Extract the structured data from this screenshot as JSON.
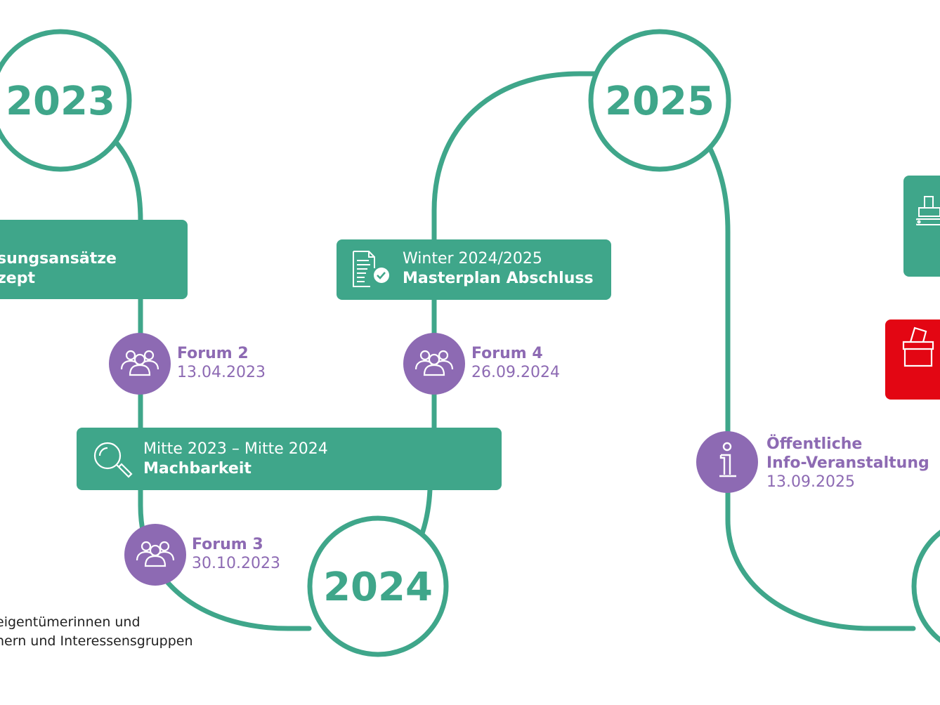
{
  "colors": {
    "green": "#3fa68a",
    "purple": "#8d6ab3",
    "red": "#e30613",
    "text": "#222222"
  },
  "years": {
    "y2023": "2023",
    "y2024": "2024",
    "y2025": "2025"
  },
  "boxes": {
    "loesung": {
      "line1": "sungsansätze",
      "line2": "zept"
    },
    "masterplan": {
      "line1": "Winter 2024/2025",
      "line2": "Masterplan Abschluss",
      "icon": "document-check-icon"
    },
    "machbarkeit": {
      "line1": "Mitte 2023 – Mitte 2024",
      "line2": "Machbarkeit",
      "icon": "magnifier-icon"
    }
  },
  "forums": {
    "forum2": {
      "title": "Forum 2",
      "date": "13.04.2023",
      "icon": "people-group-icon"
    },
    "forum3": {
      "title": "Forum 3",
      "date": "30.10.2023",
      "icon": "people-group-icon"
    },
    "forum4": {
      "title": "Forum 4",
      "date": "26.09.2024",
      "icon": "people-group-icon"
    }
  },
  "info_event": {
    "line1": "Öffentliche",
    "line2": "Info-Veranstaltung",
    "date": "13.09.2025",
    "icon": "info-icon"
  },
  "note": {
    "line1": "eigentümerinnen und",
    "line2": "nern und Interessensgruppen"
  },
  "side_icons": {
    "excavator": "excavator-icon",
    "ballot": "ballot-box-icon"
  }
}
